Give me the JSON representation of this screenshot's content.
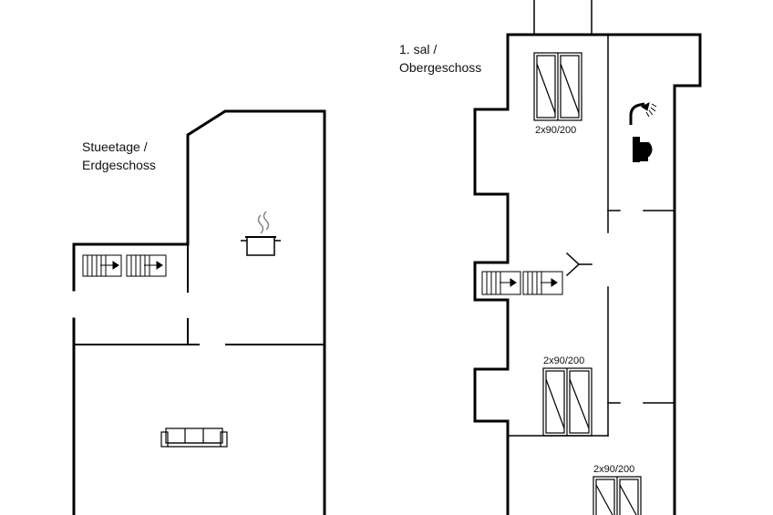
{
  "floors": {
    "ground": {
      "line1": "Stueetage /",
      "line2": "Erdgeschoss"
    },
    "upper": {
      "line1": "1. sal /",
      "line2": "Obergeschoss"
    }
  },
  "beds": [
    {
      "label": "2x90/200"
    },
    {
      "label": "2x90/200"
    },
    {
      "label": "2x90/200"
    }
  ],
  "icons": [
    "stairs-icon",
    "cooking-pot-icon",
    "sofa-icon",
    "shower-icon",
    "toilet-icon",
    "bed-icon"
  ],
  "colors": {
    "wall": "#000000",
    "background": "#ffffff"
  }
}
